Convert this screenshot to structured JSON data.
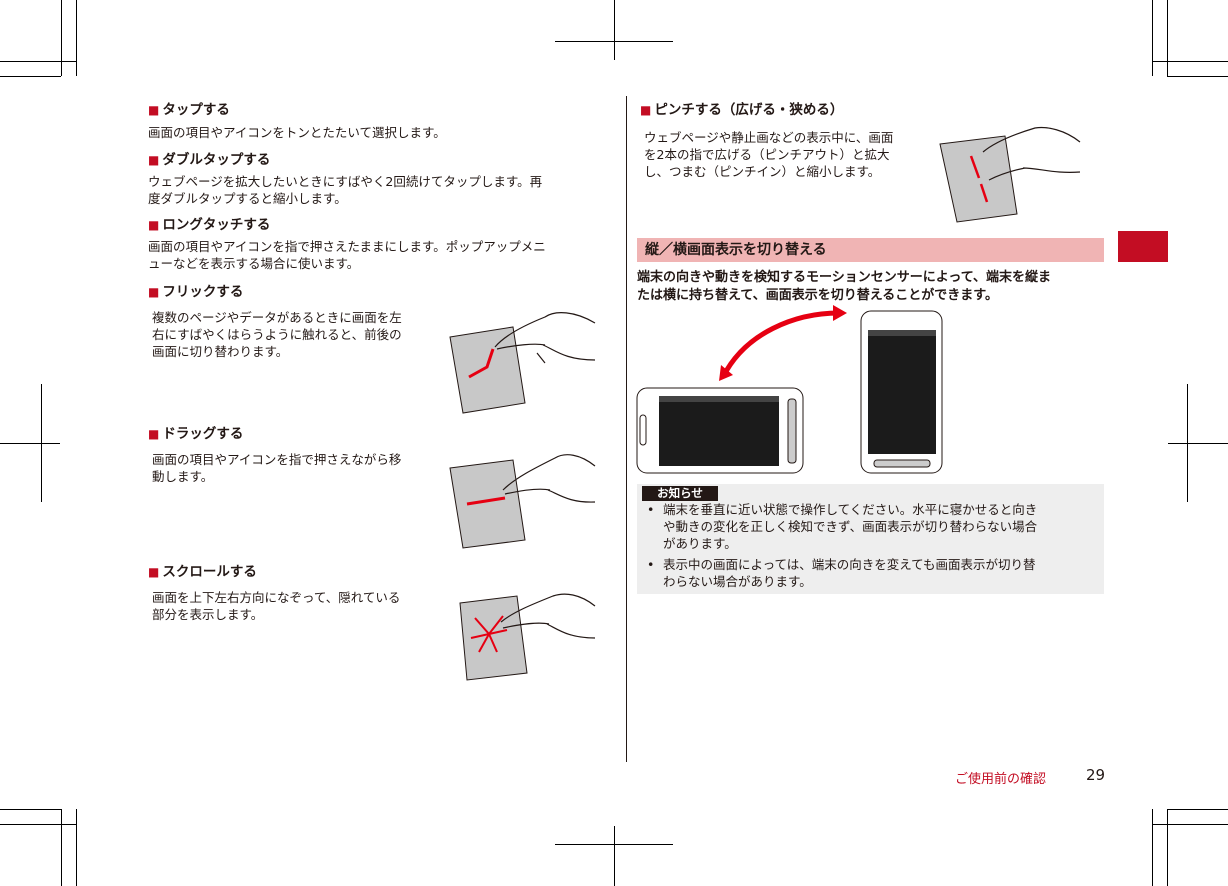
{
  "left": {
    "tap": {
      "title": "タップする",
      "body": "画面の項目やアイコンをトンとたたいて選択します。"
    },
    "doubletap": {
      "title": "ダブルタップする",
      "body1": "ウェブページを拡大したいときにすばやく2回続けてタップします。再",
      "body2": "度ダブルタップすると縮小します。"
    },
    "longtouch": {
      "title": "ロングタッチする",
      "body1": "画面の項目やアイコンを指で押さえたままにします。ポップアップメニ",
      "body2": "ューなどを表示する場合に使います。"
    },
    "flick": {
      "title": "フリックする",
      "body1": "複数のページやデータがあるときに画面を左",
      "body2": "右にすばやくはらうように触れると、前後の",
      "body3": "画面に切り替わります。"
    },
    "drag": {
      "title": "ドラッグする",
      "body1": "画面の項目やアイコンを指で押さえながら移",
      "body2": "動します。"
    },
    "scroll": {
      "title": "スクロールする",
      "body1": "画面を上下左右方向になぞって、隠れている",
      "body2": "部分を表示します。"
    }
  },
  "right": {
    "pinch": {
      "title": "ピンチする（広げる・狭める）",
      "body1": "ウェブページや静止画などの表示中に、画面",
      "body2": "を2本の指で広げる（ピンチアウト）と拡大",
      "body3": "し、つまむ（ピンチイン）と縮小します。"
    },
    "section_title": "縦／横画面表示を切り替える",
    "section_body1": "端末の向きや動きを検知するモーションセンサーによって、端末を縦ま",
    "section_body2": "たは横に持ち替えて、画面表示を切り替えることができます。",
    "note_label": "お知らせ",
    "notes": [
      {
        "l1": "端末を垂直に近い状態で操作してください。水平に寝かせると向き",
        "l2": "や動きの変化を正しく検知できず、画面表示が切り替わらない場合",
        "l3": "があります。"
      },
      {
        "l1": "表示中の画面によっては、端末の向きを変えても画面表示が切り替",
        "l2": "わらない場合があります。"
      }
    ]
  },
  "footer": {
    "section": "ご使用前の確認",
    "page": "29"
  },
  "colors": {
    "accent": "#c30d23",
    "banner": "#f0b4b4",
    "note_bg": "#eeeeee",
    "panel": "#c8c8c8"
  }
}
